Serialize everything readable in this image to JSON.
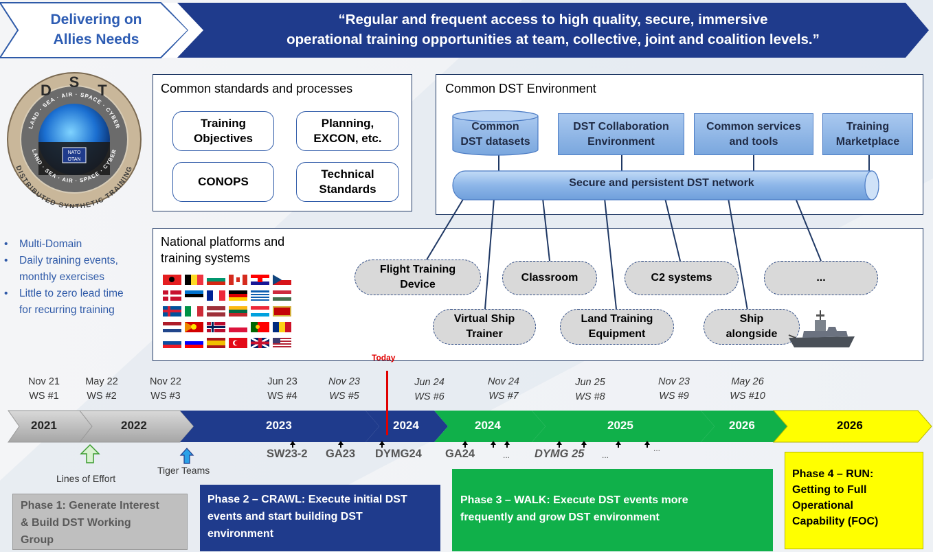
{
  "header": {
    "badge_line1": "Delivering on",
    "badge_line2": "Allies Needs",
    "quote_line1": "“Regular and frequent access to high quality, secure, immersive",
    "quote_line2": "operational training opportunities at team, collective, joint and coalition levels.”"
  },
  "logo": {
    "letters": [
      "D",
      "S",
      "T"
    ],
    "upper_ring": "LAND · SEA · AIR · SPACE · CYBER",
    "lower_ring": "LAND · SEA · AIR · SPACE · CYBER",
    "outer_ring": "DISTRIBUTED SYNTHETIC TRAINING",
    "nato_top": "NATO",
    "nato_bottom": "OTAN"
  },
  "bullets": [
    [
      "Multi-Domain"
    ],
    [
      "Daily training events,",
      "monthly exercises"
    ],
    [
      "Little to zero lead time",
      "for recurring training"
    ]
  ],
  "standards": {
    "title": "Common standards and processes",
    "items": [
      [
        "Training",
        "Objectives"
      ],
      [
        "Planning,",
        "EXCON, etc."
      ],
      [
        "CONOPS"
      ],
      [
        "Technical",
        "Standards"
      ]
    ]
  },
  "environment": {
    "title": "Common DST Environment",
    "datasets": [
      "Common",
      "DST datasets"
    ],
    "collab": [
      "DST Collaboration",
      "Environment"
    ],
    "services": [
      "Common services",
      "and tools"
    ],
    "market": [
      "Training",
      "Marketplace"
    ],
    "network": "Secure and persistent DST network"
  },
  "national": {
    "title_line1": "National platforms and",
    "title_line2": "training systems",
    "systems": {
      "flight": [
        "Flight Training",
        "Device"
      ],
      "classroom": [
        "Classroom"
      ],
      "c2": [
        "C2 systems"
      ],
      "more": [
        "..."
      ],
      "ship_trainer": [
        "Virtual Ship",
        "Trainer"
      ],
      "land": [
        "Land Training",
        "Equipment"
      ],
      "alongside": [
        "Ship",
        "alongside"
      ]
    }
  },
  "timeline": {
    "today_label": "Today",
    "workshops": [
      [
        "Nov 21",
        "WS #1"
      ],
      [
        "May 22",
        "WS #2"
      ],
      [
        "Nov 22",
        "WS #3"
      ],
      [
        "Jun 23",
        "WS #4"
      ],
      [
        "Nov 23",
        "WS #5"
      ],
      [
        "Jun 24",
        "WS #6"
      ],
      [
        "Nov 24",
        "WS #7"
      ],
      [
        "Jun 25",
        "WS #8"
      ],
      [
        "Nov 23",
        "WS #9"
      ],
      [
        "May 26",
        "WS #10"
      ]
    ],
    "years": [
      "2021",
      "2022",
      "2023",
      "2024",
      "2024",
      "2025",
      "2026",
      "2026"
    ],
    "events": [
      "SW23-2",
      "GA23",
      "DYMG24",
      "GA24",
      "...",
      "DYMG 25",
      "...",
      "..."
    ],
    "lines_of_effort": "Lines of Effort",
    "tiger_teams": "Tiger Teams"
  },
  "phases": {
    "p1": [
      "Phase 1: Generate Interest",
      "& Build DST Working",
      "Group"
    ],
    "p2": [
      "Phase 2 – CRAWL: Execute initial DST",
      "events and start building DST",
      "environment"
    ],
    "p3": [
      "Phase 3 – WALK: Execute DST events more",
      "frequently and grow DST environment"
    ],
    "p4": [
      "Phase 4 – RUN:",
      "Getting to Full",
      "Operational",
      "Capability (FOC)"
    ]
  },
  "colors": {
    "navy": "#1f3b8c",
    "green": "#10b04a",
    "yellow": "#ffff00",
    "grey": "#bfbfbf",
    "today_red": "#e00000"
  }
}
